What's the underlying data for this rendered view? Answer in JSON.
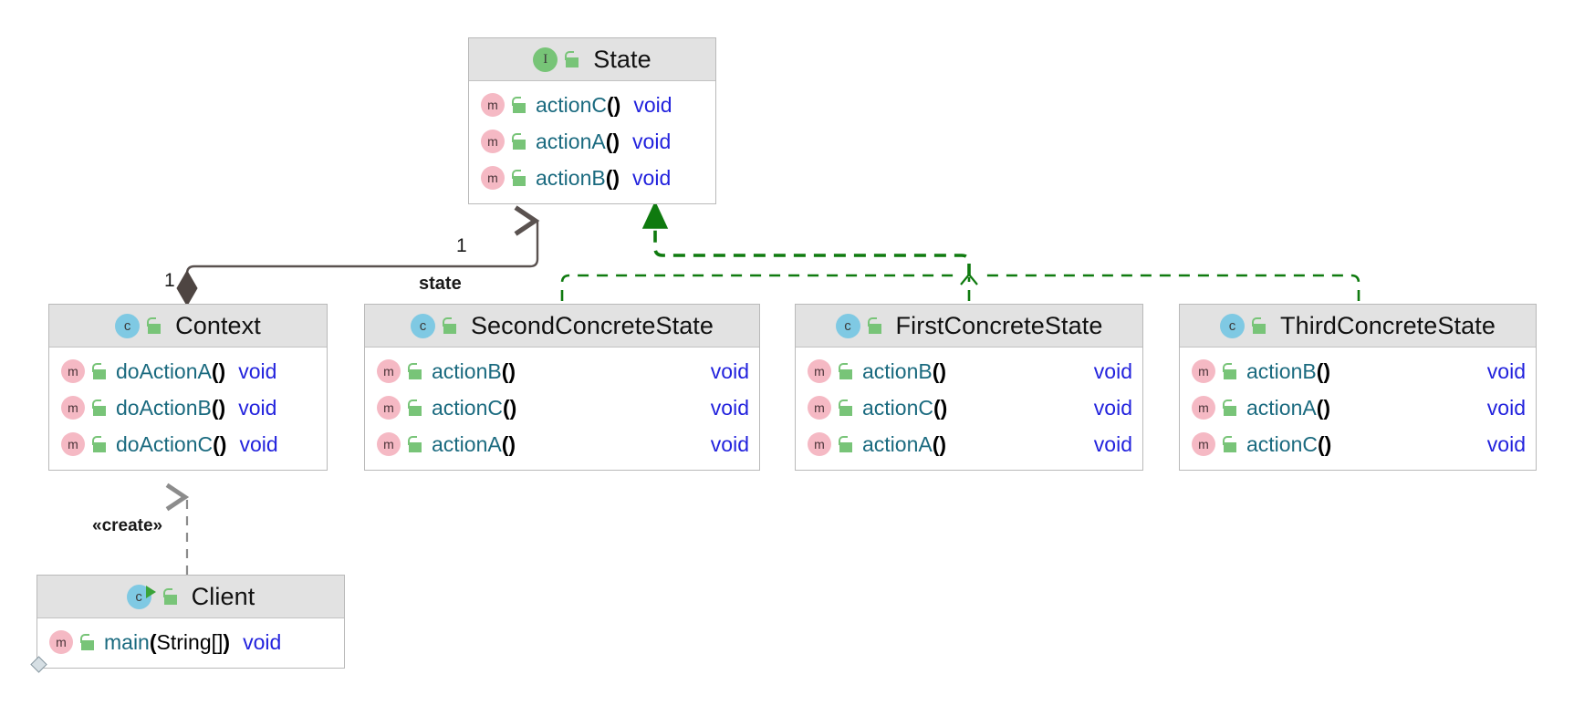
{
  "diagram": {
    "type": "uml-class-diagram",
    "pattern": "State",
    "background": "#ffffff"
  },
  "colors": {
    "header_fill": "#e2e2e2",
    "box_border": "#b9b9b9",
    "interface_icon": "#77c477",
    "class_icon": "#7fc9e3",
    "method_icon": "#f5b9c4",
    "lock_green": "#78c478",
    "member_name": "#1a6a7f",
    "return_type": "#2222dd",
    "realization_edge": "#0f7a0f",
    "association_edge": "#5a5250",
    "dependency_edge": "#8c8c8c"
  },
  "classes": {
    "state": {
      "name": "State",
      "icon": "interface-icon",
      "icon_letter": "I",
      "visibility_icon": "unlocked-icon",
      "members": [
        {
          "name": "actionC",
          "parens": "()",
          "args": "",
          "return": "void"
        },
        {
          "name": "actionA",
          "parens": "()",
          "args": "",
          "return": "void"
        },
        {
          "name": "actionB",
          "parens": "()",
          "args": "",
          "return": "void"
        }
      ]
    },
    "context": {
      "name": "Context",
      "icon": "class-icon",
      "icon_letter": "c",
      "visibility_icon": "unlocked-icon",
      "members": [
        {
          "name": "doActionA",
          "parens": "()",
          "args": "",
          "return": "void"
        },
        {
          "name": "doActionB",
          "parens": "()",
          "args": "",
          "return": "void"
        },
        {
          "name": "doActionC",
          "parens": "()",
          "args": "",
          "return": "void"
        }
      ]
    },
    "second": {
      "name": "SecondConcreteState",
      "icon": "class-icon",
      "icon_letter": "c",
      "visibility_icon": "unlocked-icon",
      "members": [
        {
          "name": "actionB",
          "parens": "()",
          "args": "",
          "return": "void"
        },
        {
          "name": "actionC",
          "parens": "()",
          "args": "",
          "return": "void"
        },
        {
          "name": "actionA",
          "parens": "()",
          "args": "",
          "return": "void"
        }
      ]
    },
    "first": {
      "name": "FirstConcreteState",
      "icon": "class-icon",
      "icon_letter": "c",
      "visibility_icon": "unlocked-icon",
      "members": [
        {
          "name": "actionB",
          "parens": "()",
          "args": "",
          "return": "void"
        },
        {
          "name": "actionC",
          "parens": "()",
          "args": "",
          "return": "void"
        },
        {
          "name": "actionA",
          "parens": "()",
          "args": "",
          "return": "void"
        }
      ]
    },
    "third": {
      "name": "ThirdConcreteState",
      "icon": "class-icon",
      "icon_letter": "c",
      "visibility_icon": "unlocked-icon",
      "members": [
        {
          "name": "actionB",
          "parens": "()",
          "args": "",
          "return": "void"
        },
        {
          "name": "actionA",
          "parens": "()",
          "args": "",
          "return": "void"
        },
        {
          "name": "actionC",
          "parens": "()",
          "args": "",
          "return": "void"
        }
      ]
    },
    "client": {
      "name": "Client",
      "icon": "runnable-class-icon",
      "icon_letter": "c",
      "visibility_icon": "unlocked-icon",
      "members": [
        {
          "name": "main",
          "parens_open": "(",
          "args": "String[]",
          "parens_close": ")",
          "return": "void",
          "static": true
        }
      ]
    }
  },
  "edges": {
    "composition": {
      "from": "Context",
      "to": "State",
      "source_multiplicity": "1",
      "target_multiplicity": "1",
      "role": "state",
      "source_decoration": "filled-diamond",
      "target_decoration": "open-arrow"
    },
    "realizations": [
      {
        "from": "SecondConcreteState",
        "to": "State",
        "style": "dashed",
        "decoration": "filled-triangle"
      },
      {
        "from": "FirstConcreteState",
        "to": "State",
        "style": "dashed",
        "decoration": "filled-triangle"
      },
      {
        "from": "ThirdConcreteState",
        "to": "State",
        "style": "dashed",
        "decoration": "filled-triangle"
      }
    ],
    "dependency": {
      "from": "Client",
      "to": "Context",
      "stereotype": "«create»",
      "style": "dashed",
      "decoration": "open-arrow"
    }
  }
}
